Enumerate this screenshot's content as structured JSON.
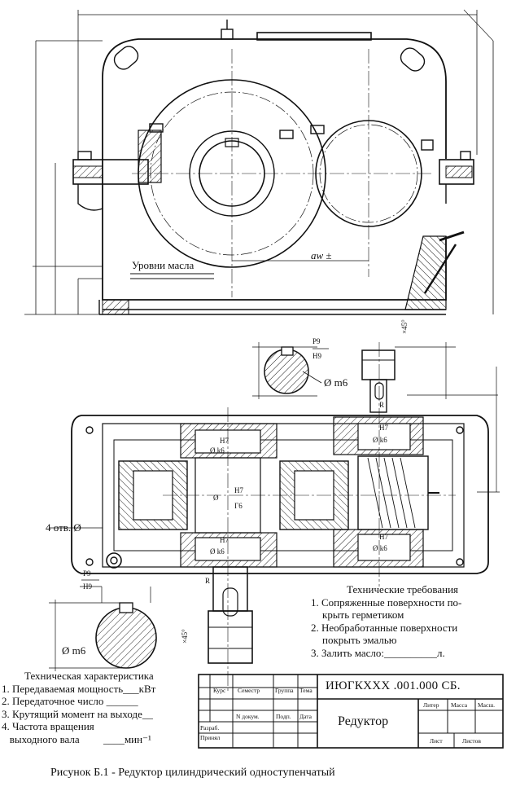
{
  "labels": {
    "oil_levels": "Уровни масла",
    "aw": "aw ±",
    "chamfer_top": "×45°",
    "chamfer_bottom": "×45°",
    "p9_top": "P9",
    "h9_top": "H9",
    "m6_top": "m6",
    "p9_bottom": "P9",
    "h9_bottom": "H9",
    "m6_bottom": "m6",
    "holes": "4 отв. Ø",
    "r_top": "R",
    "r_bottom": "R",
    "fits": {
      "h7_a": "H7",
      "k6_a": "k6",
      "h7_b": "H7",
      "g6_b": "Г6",
      "h7_c": "H7",
      "k6_c": "k6",
      "h7_d": "H7",
      "k6_d": "k6",
      "h7_e": "H7",
      "k6_e": "k6"
    }
  },
  "tech_requirements": {
    "title": "Технические требования",
    "items": [
      "1. Сопряженные поверхности по-",
      "крыть герметиком",
      "2. Необработанные поверхности",
      "покрыть эмалью",
      "3. Залить масло:__________л."
    ]
  },
  "tech_characteristics": {
    "title": "Техническая характеристика",
    "items": [
      "1. Передаваемая мощность___кВт",
      "2. Передаточное число ______",
      "3. Крутящий момент на выходе__",
      "4. Частота вращения",
      "   выходного вала         ____мин⁻¹"
    ]
  },
  "title_block": {
    "code": "ИЮГКХХХ .001.000 СБ.",
    "name": "Редуктор",
    "cols_top": [
      "Курс",
      "Семестр",
      "Группа",
      "Тема"
    ],
    "cols_bottom": [
      "N докум.",
      "Подп.",
      "Дата"
    ],
    "roles": [
      "Разраб.",
      "Принял"
    ],
    "liter": "Литер",
    "mass": "Масса",
    "scale": "Масш.",
    "sheet": "Лист",
    "sheets": "Листов"
  },
  "caption": "Рисунок Б.1 - Редуктор цилиндрический одноступенчатый"
}
